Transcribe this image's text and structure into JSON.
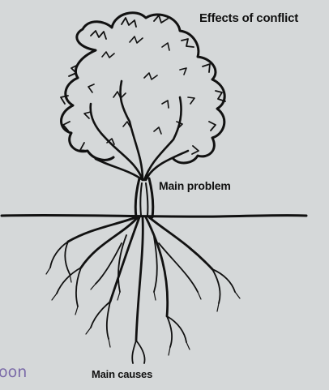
{
  "labels": {
    "effects": "Effects of conflict",
    "problem": "Main problem",
    "causes": "Main causes",
    "cut_text": "oon"
  },
  "colors": {
    "background": "#d5d8d9",
    "ink": "#111111",
    "cut_text": "#7a6aa8"
  }
}
